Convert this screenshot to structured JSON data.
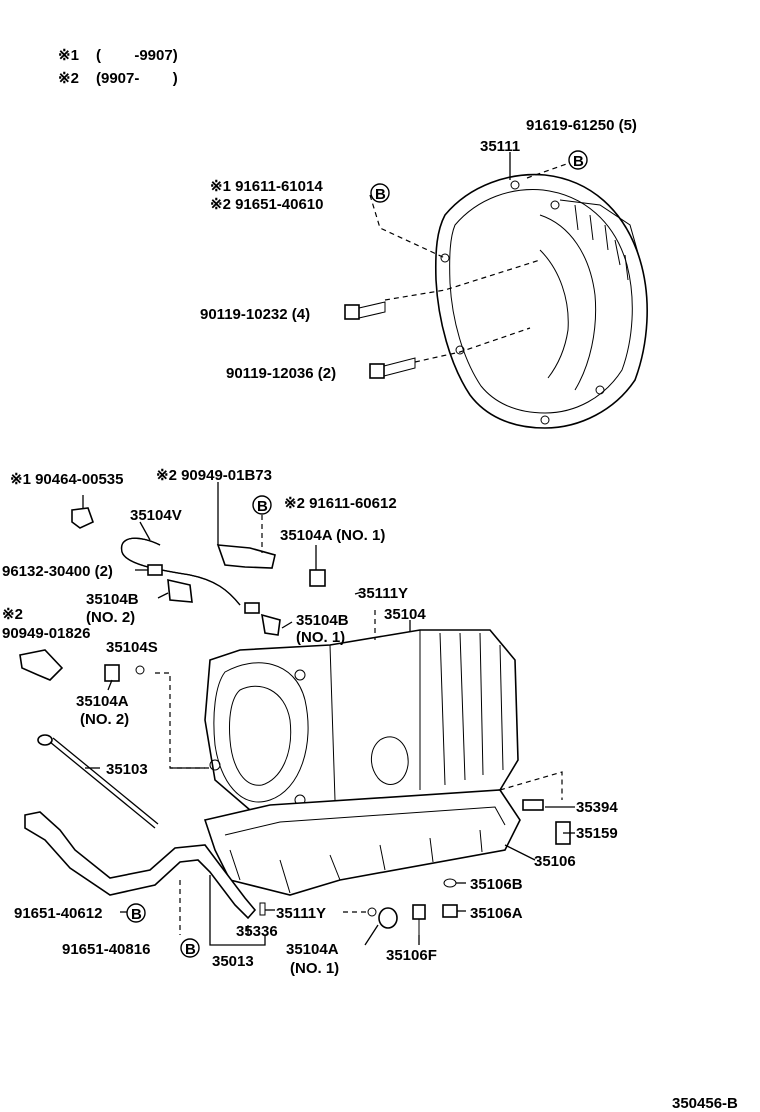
{
  "legend": [
    {
      "mark": "※1",
      "range": "(        -9907)"
    },
    {
      "mark": "※2",
      "range": "(9907-        )"
    }
  ],
  "callouts": {
    "p91619_61250": "91619-61250 (5)",
    "p35111": "35111",
    "p91611_61014": "※1 91611-61014",
    "p91651_40610": "※2 91651-40610",
    "p90119_10232": "90119-10232 (4)",
    "p90119_12036": "90119-12036 (2)",
    "p90464_00535": "※1 90464-00535",
    "p90949_01B73": "※2 90949-01B73",
    "p91611_60612": "※2 91611-60612",
    "p35104V": "35104V",
    "p35104A_no1_top": "35104A (NO. 1)",
    "p96132_30400": "96132-30400 (2)",
    "p35104B_no2": "35104B",
    "p35104B_no2_sub": "(NO. 2)",
    "p35111Y_top": "35111Y",
    "p35104": "35104",
    "p35104B_no1": "35104B",
    "p35104B_no1_sub": "(NO. 1)",
    "p90949_01826_mark": "※2",
    "p90949_01826": "90949-01826",
    "p35104S": "35104S",
    "p35104A_no2": "35104A",
    "p35104A_no2_sub": "(NO. 2)",
    "p35103": "35103",
    "p35394": "35394",
    "p35159": "35159",
    "p35106": "35106",
    "p35106B": "35106B",
    "p35106A": "35106A",
    "p91651_40612": "91651-40612",
    "p35111Y_bottom": "35111Y",
    "p35336": "35336",
    "p91651_40816": "91651-40816",
    "p35013": "35013",
    "p35104A_no1_bottom": "35104A",
    "p35104A_no1_bottom_sub": "(NO. 1)",
    "p35106F": "35106F"
  },
  "circle_mark": "B",
  "diagram_id": "350456-B"
}
